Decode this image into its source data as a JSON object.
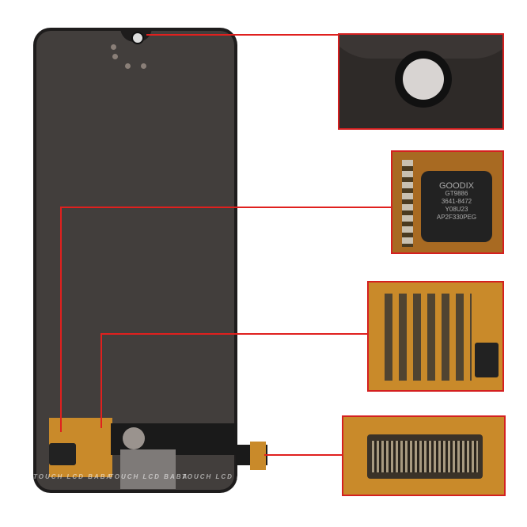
{
  "watermark": "TOUCH LCD BABA",
  "chip_text": [
    "GOODIX",
    "GT9886",
    "3641-8472",
    "Y08U23",
    "AP2F330PEG"
  ],
  "colors": {
    "callout": "#e0201e",
    "flex_board": "#c98a2a",
    "screen": "#423e3c"
  }
}
